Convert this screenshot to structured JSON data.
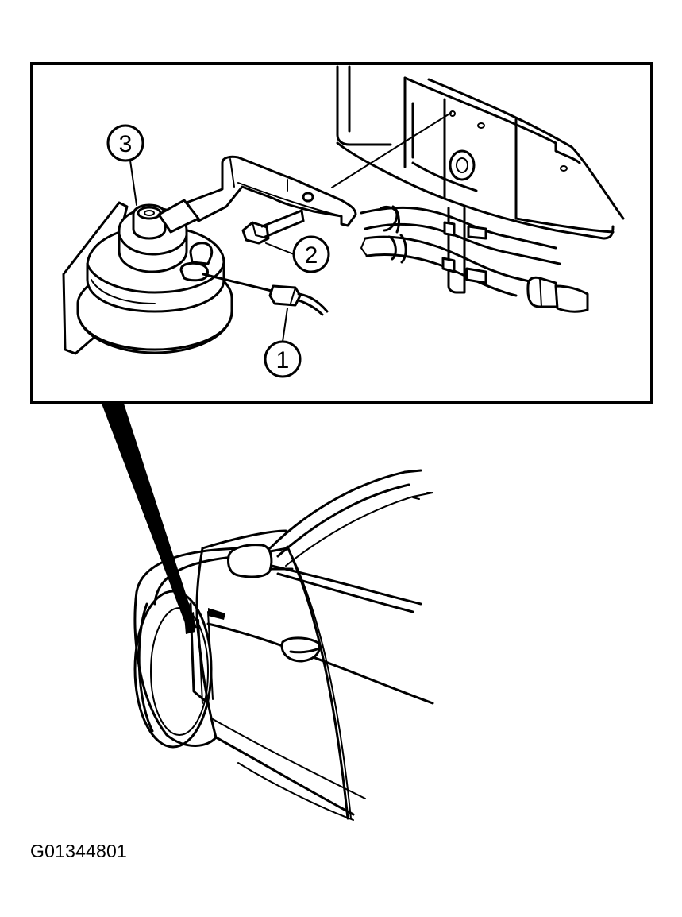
{
  "figure_id": "G01344801",
  "callouts": [
    {
      "number": "1"
    },
    {
      "number": "2"
    },
    {
      "number": "3"
    }
  ]
}
